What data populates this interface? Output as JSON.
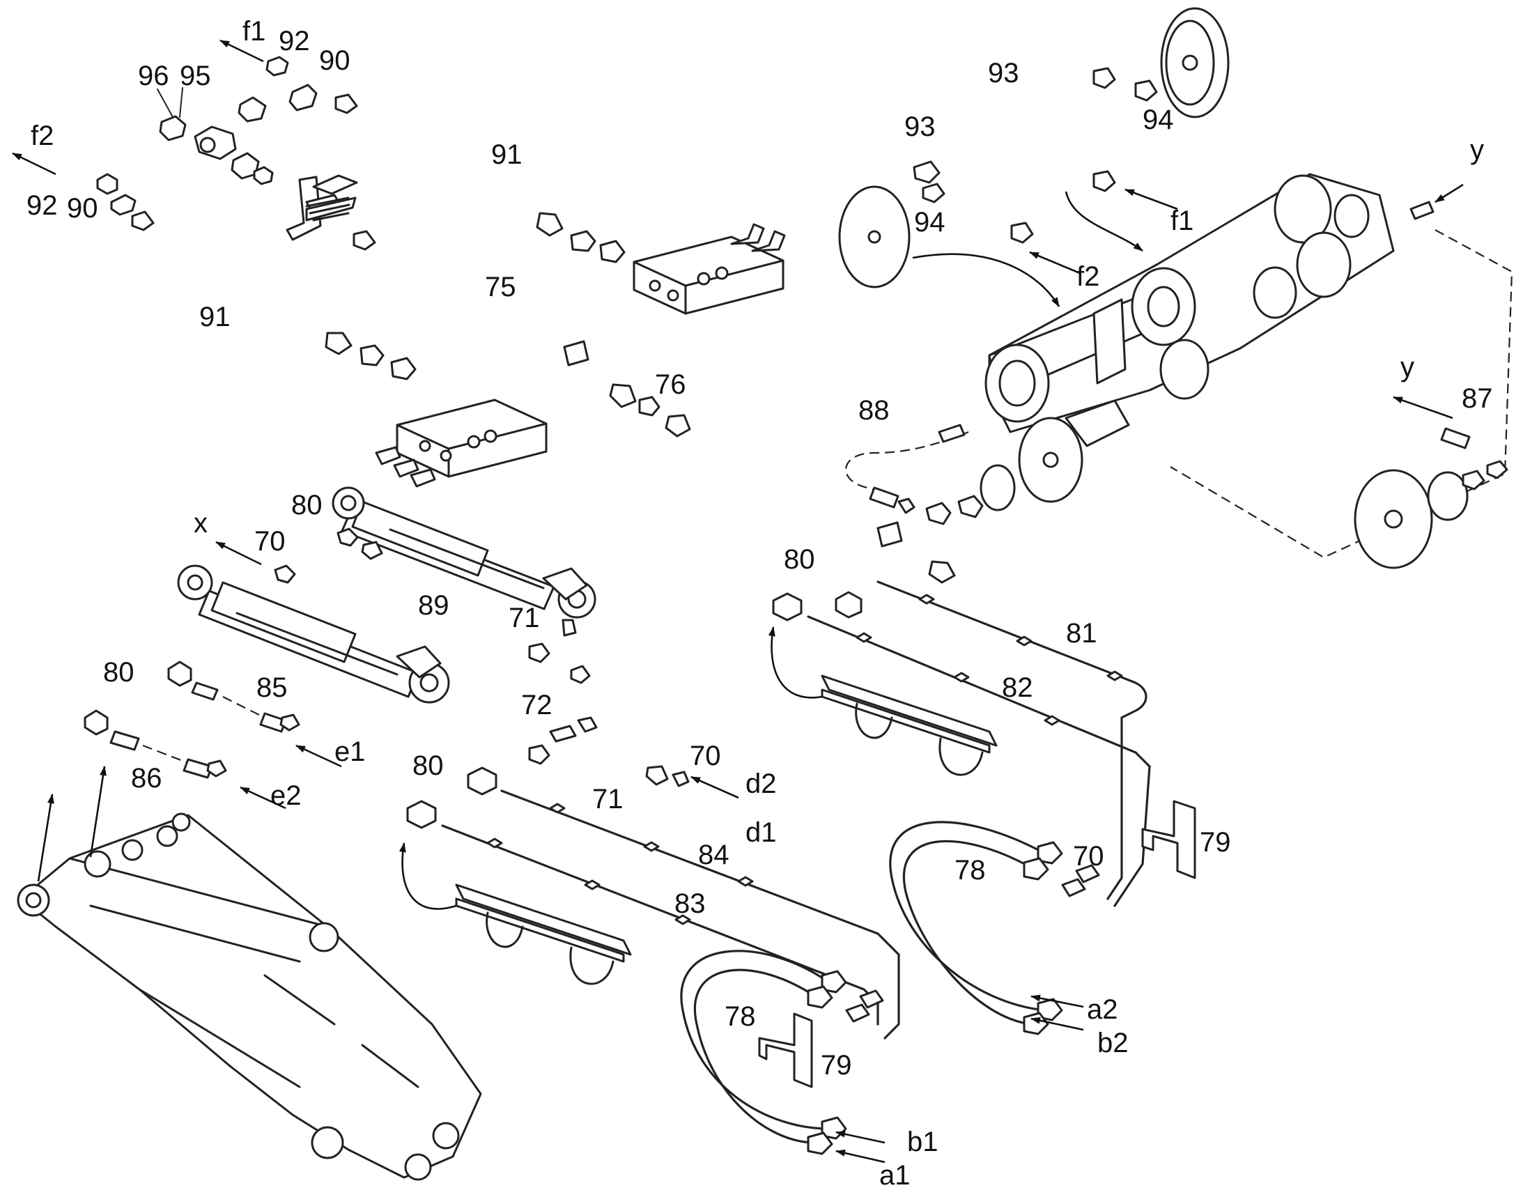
{
  "callouts": {
    "n96": "96",
    "n95": "95",
    "n92a": "92",
    "n90a": "90",
    "n92b": "92",
    "n90b": "90",
    "n91a": "91",
    "n91b": "91",
    "n75": "75",
    "n76": "76",
    "n93a": "93",
    "n93b": "93",
    "n94a": "94",
    "n94b": "94",
    "n88": "88",
    "n87": "87",
    "n80a": "80",
    "n80b": "80",
    "n80c": "80",
    "n80d": "80",
    "n70a": "70",
    "n70b": "70",
    "n70c": "70",
    "n89": "89",
    "n71a": "71",
    "n71b": "71",
    "n72": "72",
    "n85": "85",
    "n86": "86",
    "n81": "81",
    "n82": "82",
    "n83": "83",
    "n84": "84",
    "n78a": "78",
    "n78b": "78",
    "n79a": "79",
    "n79b": "79"
  },
  "ports": {
    "f1a": "f1",
    "f2a": "f2",
    "f1b": "f1",
    "f2b": "f2",
    "ya": "y",
    "yb": "y",
    "x": "x",
    "e1": "e1",
    "e2": "e2",
    "d1": "d1",
    "d2": "d2",
    "a1": "a1",
    "a2": "a2",
    "b1": "b1",
    "b2": "b2"
  }
}
